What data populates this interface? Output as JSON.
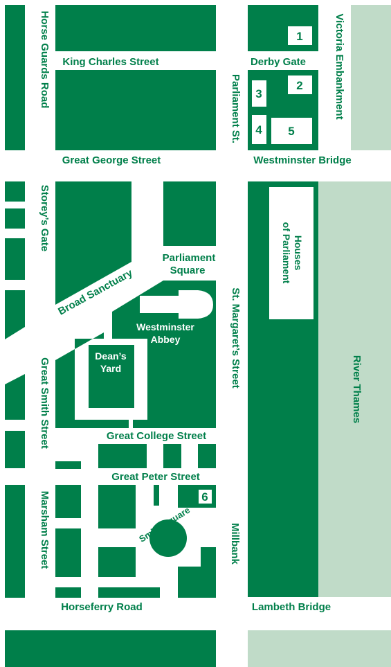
{
  "colors": {
    "block_green": "#007f4a",
    "river": "#c0dbc8",
    "road": "#ffffff",
    "label": "#007f4a"
  },
  "streets": {
    "horse_guards_road": "Horse Guards Road",
    "king_charles_street": "King Charles Street",
    "derby_gate": "Derby Gate",
    "victoria_embankment": "Victoria Embankment",
    "parliament_st": "Parliament St.",
    "great_george_street": "Great George Street",
    "westminster_bridge": "Westminster Bridge",
    "storeys_gate": "Storey’s Gate",
    "broad_sanctuary": "Broad Sanctuary",
    "parliament_square_1": "Parliament",
    "parliament_square_2": "Square",
    "st_margarets_street": "St. Margaret’s Street",
    "great_smith_street": "Great Smith Street",
    "great_college_street": "Great College Street",
    "great_peter_street": "Great Peter Street",
    "smith_square": "Smith Square",
    "marsham_street": "Marsham Street",
    "millbank": "Millbank",
    "horseferry_road": "Horseferry Road",
    "lambeth_bridge": "Lambeth Bridge",
    "river_thames": "River Thames"
  },
  "landmarks": {
    "houses_1": "Houses",
    "houses_2": "of Parliament",
    "abbey_1": "Westminster",
    "abbey_2": "Abbey",
    "deans_1": "Dean’s",
    "deans_2": "Yard"
  },
  "markers": [
    "1",
    "2",
    "3",
    "4",
    "5",
    "6"
  ]
}
